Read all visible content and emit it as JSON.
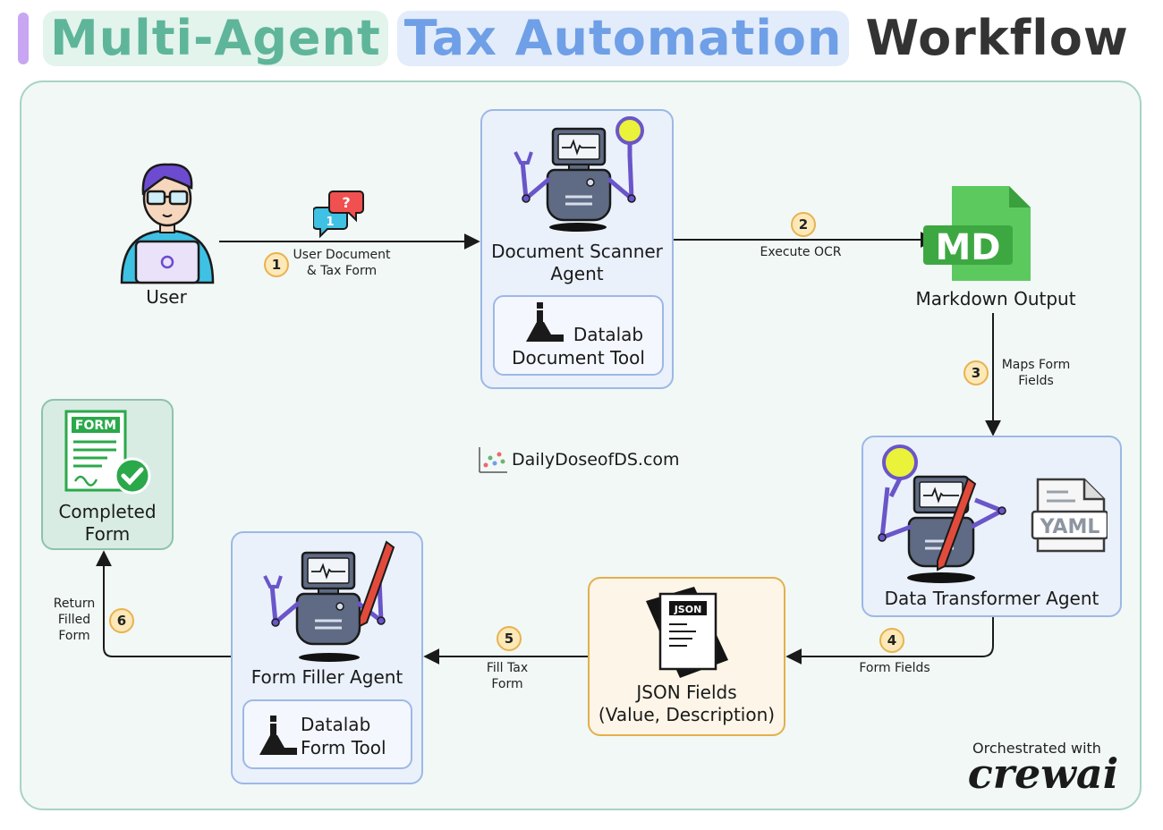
{
  "title": {
    "part1": "Multi-Agent",
    "part2": "Tax Automation",
    "part3": "Workflow"
  },
  "nodes": {
    "user": "User",
    "doc_scanner_line1": "Document Scanner",
    "doc_scanner_line2": "Agent",
    "doc_tool_line1": "Datalab",
    "doc_tool_line2": "Document Tool",
    "md_icon": "MD",
    "markdown_output": "Markdown Output",
    "data_transformer": "Data Transformer Agent",
    "yaml_icon": "YAML",
    "json_icon": "JSON",
    "json_line1": "JSON Fields",
    "json_line2": "(Value, Description)",
    "form_filler": "Form Filler Agent",
    "form_tool_line1": "Datalab",
    "form_tool_line2": "Form Tool",
    "form_icon": "FORM",
    "completed_line1": "Completed",
    "completed_line2": "Form"
  },
  "steps": [
    {
      "num": "1",
      "line1": "User Document",
      "line2": "& Tax Form"
    },
    {
      "num": "2",
      "line1": "Execute OCR",
      "line2": ""
    },
    {
      "num": "3",
      "line1": "Maps Form",
      "line2": "Fields"
    },
    {
      "num": "4",
      "line1": "Form Fields",
      "line2": ""
    },
    {
      "num": "5",
      "line1": "Fill Tax",
      "line2": "Form"
    },
    {
      "num": "6",
      "line1": "Return",
      "line2": "Filled",
      "line3": "Form"
    }
  ],
  "watermark": "DailyDoseofDS.com",
  "credit": {
    "line": "Orchestrated with",
    "brand": "crewai"
  },
  "colors": {
    "green_title": "#5fb59a",
    "blue_title": "#6f9fe6",
    "robot_purple": "#6a55c9",
    "agent_box": "#eaf1fb",
    "json_box": "#fcf5e8",
    "completed_box": "#d8ece4"
  }
}
